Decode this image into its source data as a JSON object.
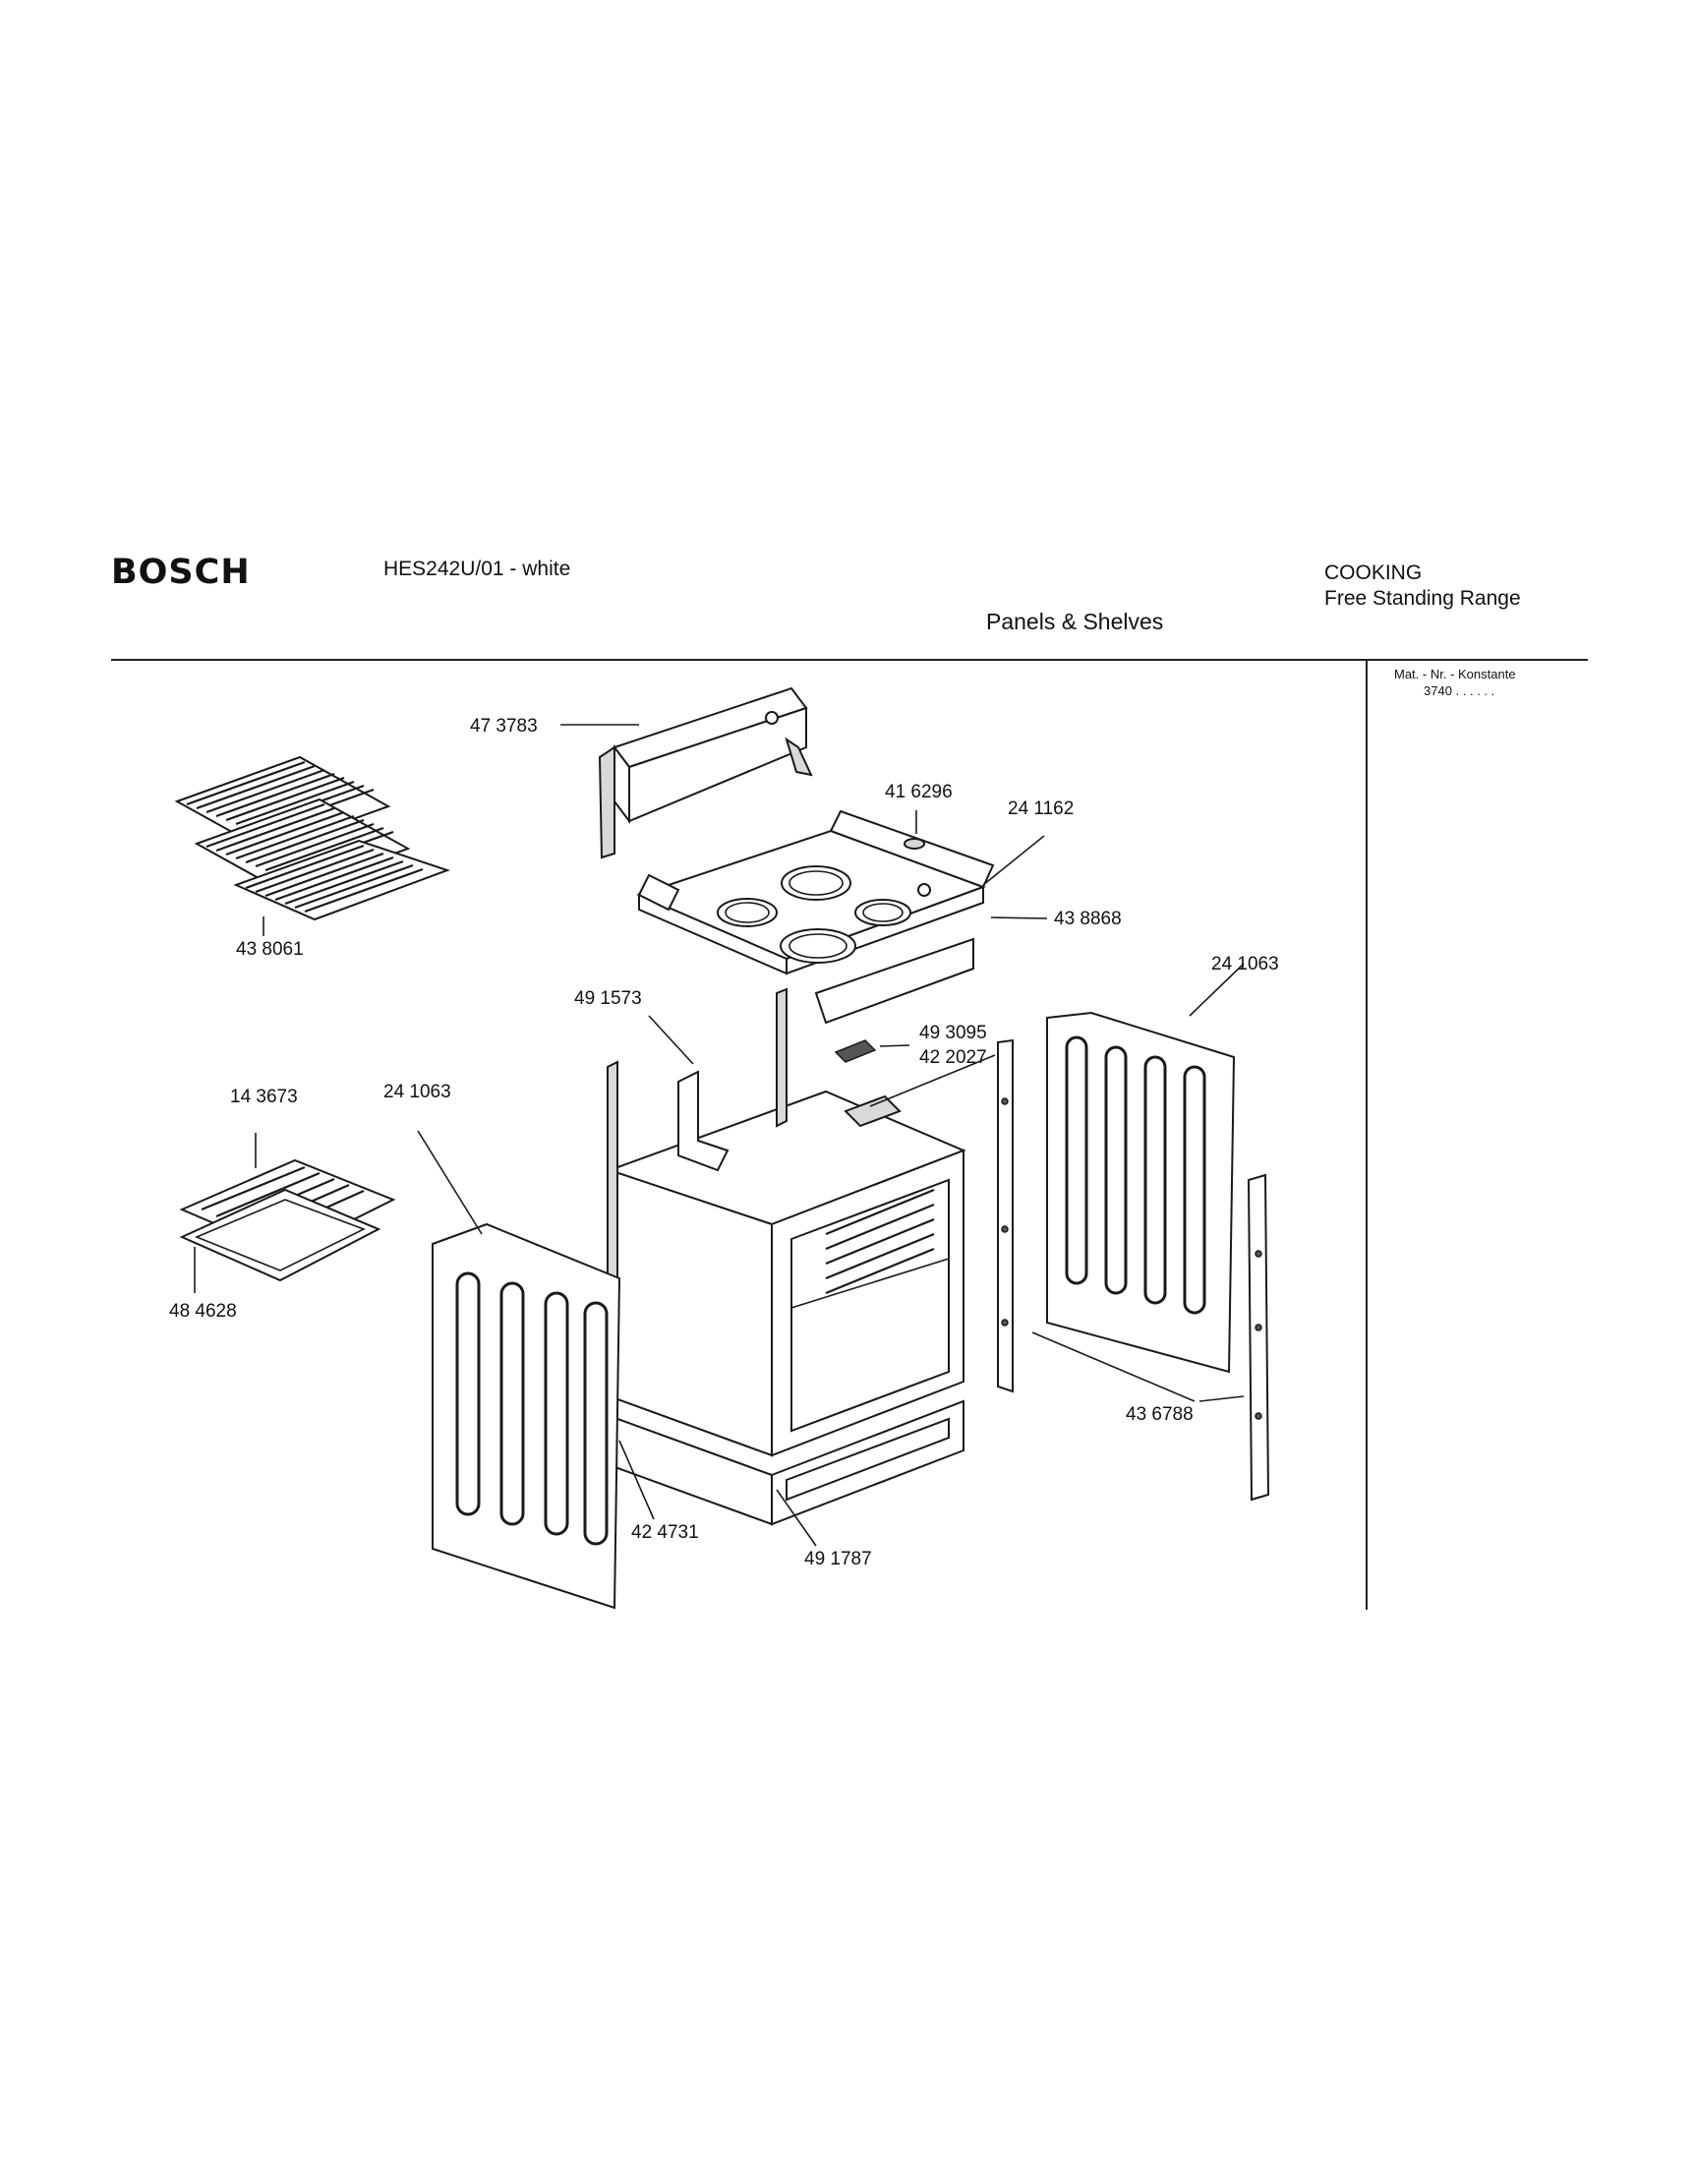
{
  "header": {
    "brand": "BOSCH",
    "model": "HES242U/01 - white",
    "section_title": "Panels & Shelves",
    "category_line1": "COOKING",
    "category_line2": "Free Standing Range"
  },
  "mat_nr": {
    "label": "Mat. - Nr. - Konstante",
    "value": "3740 . .   . . . ."
  },
  "parts": {
    "backguard": "47 3783",
    "knob": "41 6296",
    "cooktop": "24 1162",
    "cooktop_bracket": "43 8868",
    "oven_racks": "43 8061",
    "vent_duct": "49 1573",
    "bracket_small": "49 3095",
    "vent_cover": "42 2027",
    "side_panel_right": "24 1063",
    "side_panel_left": "24 1063",
    "broil_pan_grid": "14 3673",
    "broil_pan": "48 4628",
    "side_strips": "43 6788",
    "base_bracket": "42 4731",
    "drawer": "49 1787"
  }
}
